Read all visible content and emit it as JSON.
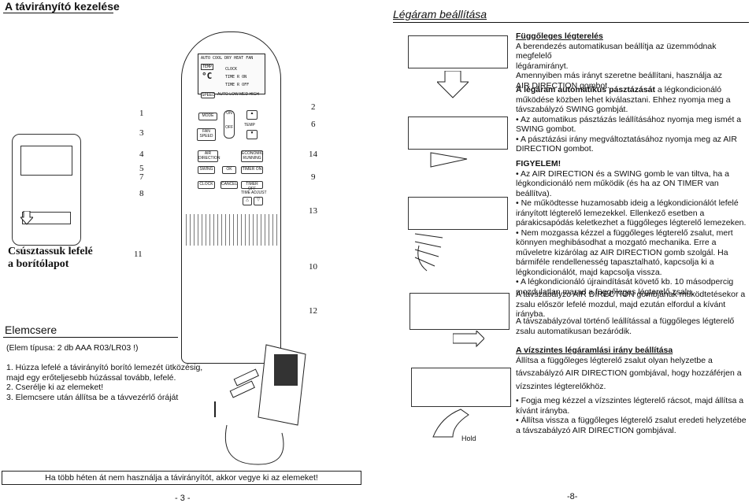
{
  "left_page": {
    "title": "A távirányító kezelése",
    "remote_lcd": {
      "mode_row": "AUTO COOL DRY HEAT FAN",
      "temp_label": "TEMP",
      "temp_unit": "°C",
      "clock_label": "CLOCK",
      "timer_on_label": "TIME R ON",
      "timer_off_label": "TIME R OFF",
      "speed_label": "SPEED",
      "speed_row": "AUTO LOW MED HIGH"
    },
    "remote_buttons": {
      "mode": "MODE",
      "fan_speed": "FAN SPEED",
      "on": "ON",
      "off": "OFF",
      "temp": "TEMP",
      "air_direction": "AIR DIRECTION",
      "economic_running": "ECONOMIC RUNNING",
      "swing": "SWING",
      "ok": "OK",
      "timer_on": "TIMER ON",
      "clock": "CLOCK",
      "cancel": "CANCEL",
      "timer_off": "TIMER OFF",
      "time_adjust": "TIME ADJUST"
    },
    "callouts": [
      "1",
      "3",
      "4",
      "5",
      "7",
      "8",
      "11",
      "2",
      "6",
      "14",
      "9",
      "13",
      "10",
      "12"
    ],
    "slide_caption_line1": "Csúsztassuk lefelé",
    "slide_caption_line2": "a borítólapot",
    "battery_title": "Elemcsere",
    "battery_type": "(Elem típusa: 2 db AAA     R03/LR03 !)",
    "battery_steps": [
      "1.  Húzza lefelé a távirányító borító lemezét ütközésig,",
      "     majd egy erőteljesebb húzással tovább, lefelé.",
      "2.  Cserélje ki az elemeket!",
      "3.  Elemcsere után állítsa be a távvezérlő óráját"
    ],
    "footer_note": "Ha több héten át nem használja a távirányítót, akkor vegye ki az elemeket!",
    "page_number": "- 3 -"
  },
  "right_page": {
    "title": "Légáram beállítása",
    "vertical_heading": "Függőleges légterelés",
    "vertical_text": [
      "A berendezés automatikusan beállítja az üzemmódnak megfelelő",
      "légáramirányt.",
      "Amennyiben más irányt szeretne beállítani, használja az",
      "AIR DIRECTION gombot."
    ],
    "auto_swing_bold": "A légáram automatikus pásztázását",
    "auto_swing_rest": " a légkondicionáló",
    "auto_swing_text": [
      "működése közben lehet kiválasztani. Ehhez nyomja meg a",
      "távszabályzó SWING gombját."
    ],
    "auto_swing_bullets": [
      "Az automatikus pásztázás leállításához nyomja meg ismét a SWING gombot.",
      "A pásztázási irány megváltoztatásához nyomja meg az AIR DIRECTION gombot."
    ],
    "warning_heading": "FIGYELEM!",
    "warning_bullets": [
      "Az AIR DIRECTION és a SWING gomb le van tiltva, ha a légkondicionáló nem működik (és ha az ON TIMER van beállítva).",
      "Ne működtesse huzamosabb ideig a légkondicionálót lefelé irányított légterelő lemezekkel. Ellenkező esetben a párakicsapódás keletkezhet a függőleges légterelő lemezeken.",
      "Nem mozgassa kézzel a függőleges légterelő zsalut, mert könnyen meghibásodhat a mozgató mechanika. Erre a műveletre kizárólag az AIR DIRECTION gomb szolgál. Ha bármiféle rendellenesség tapasztalható, kapcsolja ki a légkondicionálót, majd kapcsolja vissza.",
      "A légkondicionáló újraindítását követő kb. 10 másodpercig mozdulatlan marad a függőleges légterelő zsalu."
    ],
    "remote_para": "A távszabályzó AIR DIRECTION gombjának működtetésekor a zsalu először lefelé mozdul, majd ezután elfordul a kívánt irányba.",
    "remote_para2": "A távszabályzóval történő leállítással a függőleges légterelő zsalu automatikusan bezáródik.",
    "horizontal_heading": "A vízszintes légáramlási irány beállítása",
    "horizontal_text1": "Állítsa a függőleges légterelő zsalut olyan helyzetbe a",
    "horizontal_text2": "távszabályzó AIR DIRECTION gombjával, hogy hozzáférjen a",
    "horizontal_text3": "vízszintes légterelőkhöz.",
    "horizontal_bullets": [
      "Fogja meg kézzel a vízszintes légterelő rácsot, majd állítsa a kívánt irányba.",
      "Állítsa vissza a függőleges légterelő zsalut eredeti helyzetébe a távszabályzó AIR DIRECTION gombjával."
    ],
    "hold_label": "Hold",
    "page_number": "-8-"
  }
}
